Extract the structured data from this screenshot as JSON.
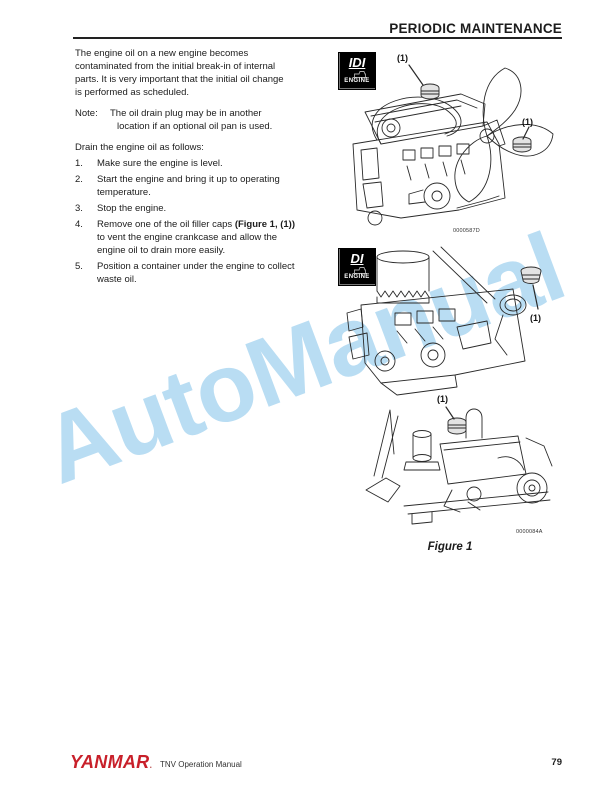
{
  "header": {
    "title": "PERIODIC MAINTENANCE"
  },
  "body": {
    "paragraph_lines": [
      "The engine oil on a new engine becomes",
      "contaminated from the initial break-in of internal",
      "parts. It is very important that the initial oil change",
      "is performed as scheduled."
    ],
    "note_label": "Note:",
    "note_lines": [
      "The oil drain plug may be in another",
      "location if an optional oil pan is used."
    ],
    "intro": "Drain the engine oil as follows:",
    "steps": [
      {
        "num": "1.",
        "line1": "Make sure the engine is level.",
        "line2": "",
        "line3": ""
      },
      {
        "num": "2.",
        "line1": "Start the engine and bring it up to operating",
        "line2": "temperature.",
        "line3": ""
      },
      {
        "num": "3.",
        "line1": "Stop the engine.",
        "line2": "",
        "line3": ""
      },
      {
        "num": "4.",
        "line1_pre": "Remove one of the oil filler caps ",
        "line1_bold": "(Figure 1, (1))",
        "line2": "to vent the engine crankcase and allow the",
        "line3": "engine oil to drain more easily."
      },
      {
        "num": "5.",
        "line1": "Position a container under the engine to collect",
        "line2": "waste oil.",
        "line3": ""
      }
    ]
  },
  "figures": {
    "idi_badge": {
      "name": "IDI",
      "engine": "ENGINE"
    },
    "di_badge": {
      "name": "DI",
      "engine": "ENGINE"
    },
    "callout_label": "(1)",
    "top_figure_code": "0000587D",
    "bottom_figure_code": "0000084A",
    "caption": "Figure 1"
  },
  "watermark": {
    "text": "AutoManual",
    "color": "#b9ddf3"
  },
  "footer": {
    "brand": "YANMAR",
    "brand_mark": ".",
    "manual_title": "TNV Operation Manual",
    "page_number": "79"
  },
  "colors": {
    "brand_red": "#c8202a",
    "watermark_blue": "#b9ddf3"
  }
}
